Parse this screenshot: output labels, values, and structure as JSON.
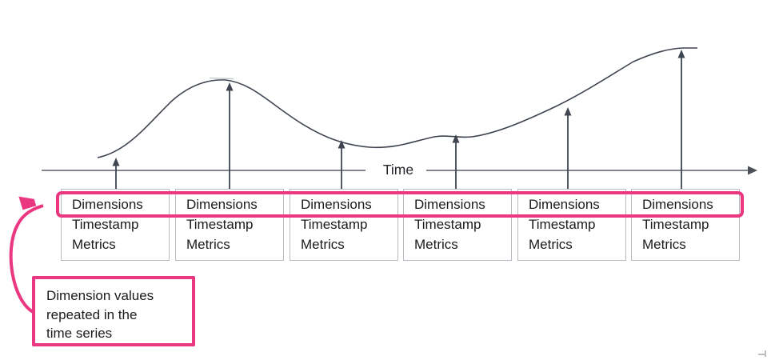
{
  "colors": {
    "accent_pink": "#EB3680",
    "ink": "#3F4551",
    "axis": "#71757E",
    "box_border": "#B7BBC2",
    "text": "#1B1B1E"
  },
  "axis": {
    "label": "Time"
  },
  "records": [
    {
      "dimensions": "Dimensions",
      "timestamp": "Timestamp",
      "metrics": "Metrics"
    },
    {
      "dimensions": "Dimensions",
      "timestamp": "Timestamp",
      "metrics": "Metrics"
    },
    {
      "dimensions": "Dimensions",
      "timestamp": "Timestamp",
      "metrics": "Metrics"
    },
    {
      "dimensions": "Dimensions",
      "timestamp": "Timestamp",
      "metrics": "Metrics"
    },
    {
      "dimensions": "Dimensions",
      "timestamp": "Timestamp",
      "metrics": "Metrics"
    },
    {
      "dimensions": "Dimensions",
      "timestamp": "Timestamp",
      "metrics": "Metrics"
    }
  ],
  "callout": {
    "lines": [
      "Dimension values",
      "repeated in the",
      "time series"
    ]
  }
}
